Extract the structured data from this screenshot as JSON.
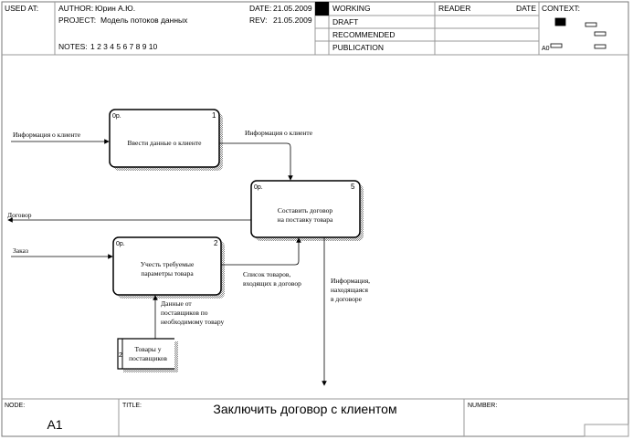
{
  "header": {
    "used_at": "USED AT:",
    "author_label": "AUTHOR:",
    "author": "Юрин А.Ю.",
    "project_label": "PROJECT:",
    "project": "Модель потоков данных",
    "date_label": "DATE:",
    "date": "21.05.2009",
    "rev_label": "REV:",
    "rev": "21.05.2009",
    "notes_label": "NOTES:",
    "notes": "1 2 3 4 5 6 7 8 9 10",
    "status": [
      "WORKING",
      "DRAFT",
      "RECOMMENDED",
      "PUBLICATION"
    ],
    "reader": "READER",
    "reader_date": "DATE",
    "context": "CONTEXT:",
    "context_node": "A0"
  },
  "diagram": {
    "processes": [
      {
        "id": "1",
        "tag": "0р.",
        "name": [
          "Ввести данные о клиенте"
        ]
      },
      {
        "id": "5",
        "tag": "0р.",
        "name": [
          "Составить договор",
          "на поставку товара"
        ]
      },
      {
        "id": "2",
        "tag": "0р.",
        "name": [
          "Учесть требуемые",
          "параметры товара"
        ]
      }
    ],
    "store": {
      "id": "2",
      "name": [
        "Товары у",
        "поставщиков"
      ]
    },
    "flows": {
      "client_info_in": "Информация о клиенте",
      "client_info_out": "Информация о клиенте",
      "contract": "Договор",
      "order": "Заказ",
      "goods_list": [
        "Список товаров,",
        "входящих в договор"
      ],
      "supplier_data": [
        "Данные от",
        "поставщиков по",
        "необходимому товару"
      ],
      "contract_info": [
        "Информация,",
        "находящаяся",
        "в договоре"
      ]
    }
  },
  "footer": {
    "node_label": "NODE:",
    "node": "A1",
    "title_label": "TITLE:",
    "title": "Заключить договор  с клиентом",
    "number_label": "NUMBER:"
  }
}
